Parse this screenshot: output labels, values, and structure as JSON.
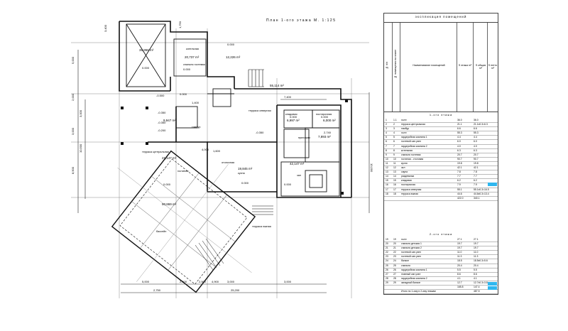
{
  "plan": {
    "title": "План 1-ого этажа  М. 1:125",
    "rooms": [
      {
        "id": "room-area-1",
        "text": "39,956 m²"
      },
      {
        "id": "room-area-2",
        "text": "20,737 m²"
      },
      {
        "id": "room-area-3",
        "text": "12,226 m²"
      },
      {
        "id": "room-area-4",
        "text": "55,114 m²"
      },
      {
        "id": "room-area-5",
        "text": "9,947 m²"
      },
      {
        "id": "room-area-6",
        "text": "6,000 m²"
      },
      {
        "id": "room-area-7",
        "text": "6,997 m²"
      },
      {
        "id": "room-area-8",
        "text": "7,893 m²"
      },
      {
        "id": "room-area-9",
        "text": "19,845 m²"
      },
      {
        "id": "room-area-10",
        "text": "42,147 m²"
      },
      {
        "id": "room-area-11",
        "text": "21,147 m²"
      },
      {
        "id": "room-area-12",
        "text": "90,869 m²"
      }
    ],
    "labels": {
      "kotelnaya": "котельная",
      "spalnaya_gostevaya": "спальня гостевая",
      "terrasa_severnaya": "терраса северная",
      "kladovaya": "кладовая",
      "postirochnaya": "постирочная",
      "terrasa_centralnaya": "терраса центральная",
      "gostinaya": "гостиная",
      "otopochnaya": "отопочная",
      "kuhnya": "кухня",
      "prihozhaya": "прихожая",
      "terrasa_yuzhnaya": "терраса южная",
      "tambur": "тамбур",
      "zal": "зал",
      "bassein": "бассейн"
    },
    "elevations": [
      "0.000",
      "0.000",
      "0.000",
      "0.000",
      "0.000",
      "0.000",
      "0.000",
      "0.000",
      "0.000",
      "-0.350",
      "-0.350",
      "-0.200",
      "-0.500",
      "-0.350"
    ],
    "dims": {
      "d1": "7,400",
      "d2": "2,740",
      "d3": "1,400",
      "d4": "1,600",
      "d5": "3,000",
      "d6": "2,500",
      "d7": "2,500",
      "d8": "4,900",
      "d9": "3,000",
      "d10": "25,200",
      "d11": "5,000",
      "d12": "10,000",
      "d13": "5,000",
      "d14": "3,000",
      "d15": "10,500",
      "d16": "8,900",
      "d17": "3,000",
      "d18": "2,000",
      "d19": "1,750",
      "d20": "3,400",
      "d21": "4,000",
      "d22": "2,750"
    }
  },
  "table": {
    "title": "экспликация помещений",
    "headers": {
      "num": "№ п/п",
      "num_on_plan": "№ помещения на плане",
      "name": "Наименование помещений",
      "area_floor": "S этажа m²",
      "area_total": "S общая m²",
      "area_net": "S нетто m²"
    },
    "section1": "1-ого этажа",
    "rows1": [
      {
        "a": "1",
        "b": "1.1",
        "name": "холл",
        "s1": "36.0",
        "s2": "36.0",
        "s3": ""
      },
      {
        "a": "2",
        "b": "2",
        "name": "терраса центральная",
        "s1": "21.1",
        "s2": "21.1x0.3=6.3",
        "s3": ""
      },
      {
        "a": "3",
        "b": "3",
        "name": "тамбур",
        "s1": "6.6",
        "s2": "6.6",
        "s3": ""
      },
      {
        "a": "4",
        "b": "4",
        "name": "холл",
        "s1": "55.3",
        "s2": "55.3",
        "s3": ""
      },
      {
        "a": "5",
        "b": "5",
        "name": "гардеробная комната 1",
        "s1": "4.4",
        "s2": "4.4",
        "s3": ""
      },
      {
        "a": "6",
        "b": "6",
        "name": "гостевой сан.узел",
        "s1": "6.0",
        "s2": "6.0",
        "s3": ""
      },
      {
        "a": "7",
        "b": "7",
        "name": "гардеробная комната 2",
        "s1": "4.0",
        "s2": "4.0",
        "s3": ""
      },
      {
        "a": "8",
        "b": "8",
        "name": "котельная",
        "s1": "6.3",
        "s2": "6.3",
        "s3": ""
      },
      {
        "a": "9",
        "b": "9",
        "name": "спальня гостевая",
        "s1": "20.7",
        "s2": "20.7",
        "s3": ""
      },
      {
        "a": "10",
        "b": "10",
        "name": "гостиная - столовая",
        "s1": "90.7",
        "s2": "90.7",
        "s3": ""
      },
      {
        "a": "11",
        "b": "11",
        "name": "кухня",
        "s1": "19.8",
        "s2": "19.8",
        "s3": ""
      },
      {
        "a": "12",
        "b": "12",
        "name": "зал",
        "s1": "42.1",
        "s2": "42.1",
        "s3": ""
      },
      {
        "a": "13",
        "b": "13",
        "name": "сауна",
        "s1": "7.8",
        "s2": "7.8",
        "s3": ""
      },
      {
        "a": "14",
        "b": "14",
        "name": "раздевалка",
        "s1": "7.7",
        "s2": "7.7",
        "s3": ""
      },
      {
        "a": "15",
        "b": "15",
        "name": "кладовая",
        "s1": "6.2",
        "s2": "6.2",
        "s3": ""
      },
      {
        "a": "16",
        "b": "16",
        "name": "постирочная",
        "s1": "7.9",
        "s2": "7.9",
        "s3": ""
      },
      {
        "a": "17",
        "b": "17",
        "name": "терраса северная",
        "s1": "55.1",
        "s2": "55.1x0.3=16.5",
        "s3": ""
      },
      {
        "a": "18",
        "b": "18",
        "name": "терраса южная",
        "s1": "44.6",
        "s2": "44.6x0.3=13.4",
        "s3": ""
      },
      {
        "a": "",
        "b": "",
        "name": "",
        "s1": "422.0",
        "s2": "340.1",
        "s3": ""
      }
    ],
    "section2": "2-ого этажа",
    "rows2": [
      {
        "a": "19",
        "b": "19",
        "name": "холл",
        "s1": "27.1",
        "s2": "27.1",
        "s3": ""
      },
      {
        "a": "20",
        "b": "20",
        "name": "спальня детская 1",
        "s1": "19.7",
        "s2": "19.7",
        "s3": ""
      },
      {
        "a": "21",
        "b": "21",
        "name": "спальня детская 2",
        "s1": "19.7",
        "s2": "19.7",
        "s3": ""
      },
      {
        "a": "22",
        "b": "22",
        "name": "гостевой сан.узел",
        "s1": "11.0",
        "s2": "11.0",
        "s3": ""
      },
      {
        "a": "23",
        "b": "23",
        "name": "гостевой сан.узел",
        "s1": "11.3",
        "s2": "11.3",
        "s3": ""
      },
      {
        "a": "24",
        "b": "24",
        "name": "балкон",
        "s1": "18.5",
        "s2": "18.5x0.3=5.6",
        "s3": ""
      },
      {
        "a": "25",
        "b": "25",
        "name": "спальня",
        "s1": "20.4",
        "s2": "20.4",
        "s3": ""
      },
      {
        "a": "26",
        "b": "26",
        "name": "гардеробная комната 1",
        "s1": "5.5",
        "s2": "5.5",
        "s3": ""
      },
      {
        "a": "27",
        "b": "27",
        "name": "главный сан.узел",
        "s1": "8.6",
        "s2": "8.6",
        "s3": ""
      },
      {
        "a": "28",
        "b": "28",
        "name": "гардеробная комната 2",
        "s1": "4.1",
        "s2": "4.1",
        "s3": ""
      },
      {
        "a": "29",
        "b": "29",
        "name": "западный балкон",
        "s1": "12.7",
        "s2": "12.7x0.3=3.8",
        "s3": ""
      },
      {
        "a": "",
        "b": "",
        "name": "",
        "s1": "165.8",
        "s2": "147.4",
        "s3": ""
      },
      {
        "a": "",
        "b": "",
        "name": "Итого по 1-ому и 2-ому этажам",
        "s1": "",
        "s2": "487.5",
        "s3": ""
      }
    ]
  },
  "colors": {
    "highlight": "#2fb7ef",
    "line": "#1a1a1a",
    "grid": "#777777"
  }
}
